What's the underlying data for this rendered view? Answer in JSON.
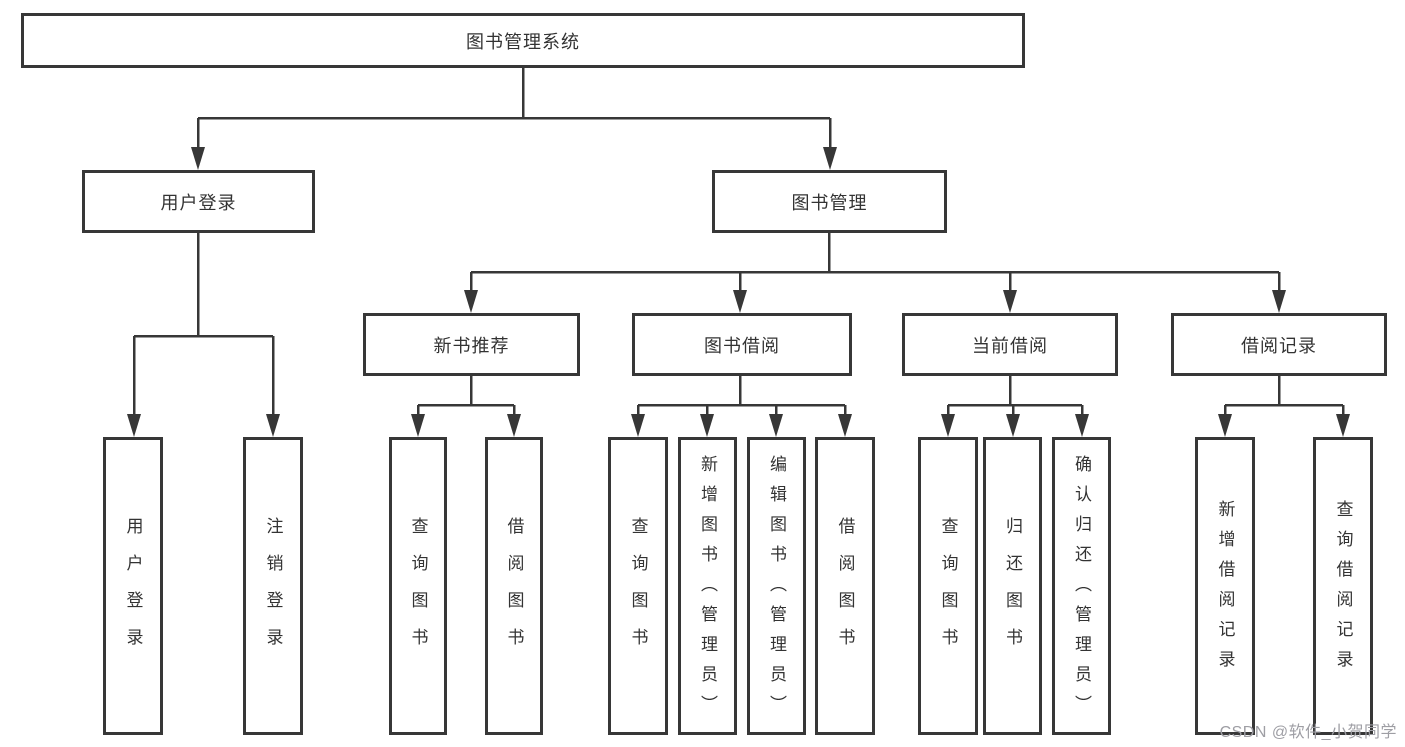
{
  "root": {
    "label": "图书管理系统"
  },
  "branches": [
    {
      "label": "用户登录",
      "children": [
        {
          "label": "用户登录"
        },
        {
          "label": "注销登录"
        }
      ]
    },
    {
      "label": "图书管理",
      "children": [
        {
          "label": "新书推荐",
          "children": [
            {
              "label": "查询图书"
            },
            {
              "label": "借阅图书"
            }
          ]
        },
        {
          "label": "图书借阅",
          "children": [
            {
              "label": "查询图书"
            },
            {
              "label": "新增图书（管理员）"
            },
            {
              "label": "编辑图书（管理员）"
            },
            {
              "label": "借阅图书"
            }
          ]
        },
        {
          "label": "当前借阅",
          "children": [
            {
              "label": "查询图书"
            },
            {
              "label": "归还图书"
            },
            {
              "label": "确认归还（管理员）"
            }
          ]
        },
        {
          "label": "借阅记录",
          "children": [
            {
              "label": "新增借阅记录"
            },
            {
              "label": "查询借阅记录"
            }
          ]
        }
      ]
    }
  ],
  "watermark": {
    "text": "CSDN @软件_小贺同学"
  },
  "colors": {
    "line": "#373737",
    "box_border": "#373737",
    "text": "#333333",
    "watermark": "#9e9ea4",
    "background": "#ffffff"
  }
}
